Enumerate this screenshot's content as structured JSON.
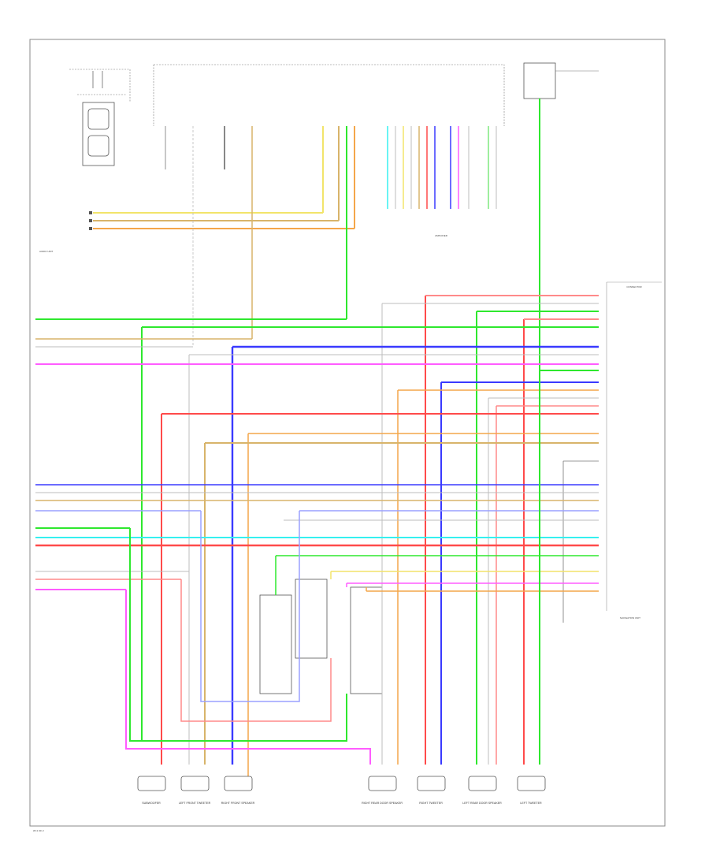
{
  "page_label": "W/ 2 OF 2",
  "colors": {
    "green": "#2ee82e",
    "red": "#ff4a4a",
    "blue": "#3a3aff",
    "orange": "#f4a64a",
    "yellow": "#f2e46a",
    "tan": "#d8b46a",
    "pink": "#ff5cff",
    "cyan": "#35f0f0",
    "lightblue": "#9aa0ff",
    "gray": "#bdbdbd",
    "lightgreen": "#7ee87e",
    "salmon": "#ff8a8a"
  },
  "components": [
    {
      "id": "subwoofer",
      "label": "SUBWOOFER"
    },
    {
      "id": "left-front-tweeter",
      "label": "LEFT FRONT TWEETER"
    },
    {
      "id": "right-front-speaker",
      "label": "RIGHT FRONT SPEAKER"
    },
    {
      "id": "right-rear-door-speaker",
      "label": "RIGHT REAR DOOR SPEAKER"
    },
    {
      "id": "right-tweeter",
      "label": "RIGHT TWEETER"
    },
    {
      "id": "left-rear-door-speaker",
      "label": "LEFT REAR DOOR SPEAKER"
    },
    {
      "id": "left-tweeter",
      "label": "LEFT TWEETER"
    }
  ],
  "modules": {
    "audio_unit": "AUDIO UNIT",
    "amp": "AMPLIFIER",
    "nav": "NAVIGATION UNIT",
    "connector": "CONNECTOR"
  }
}
